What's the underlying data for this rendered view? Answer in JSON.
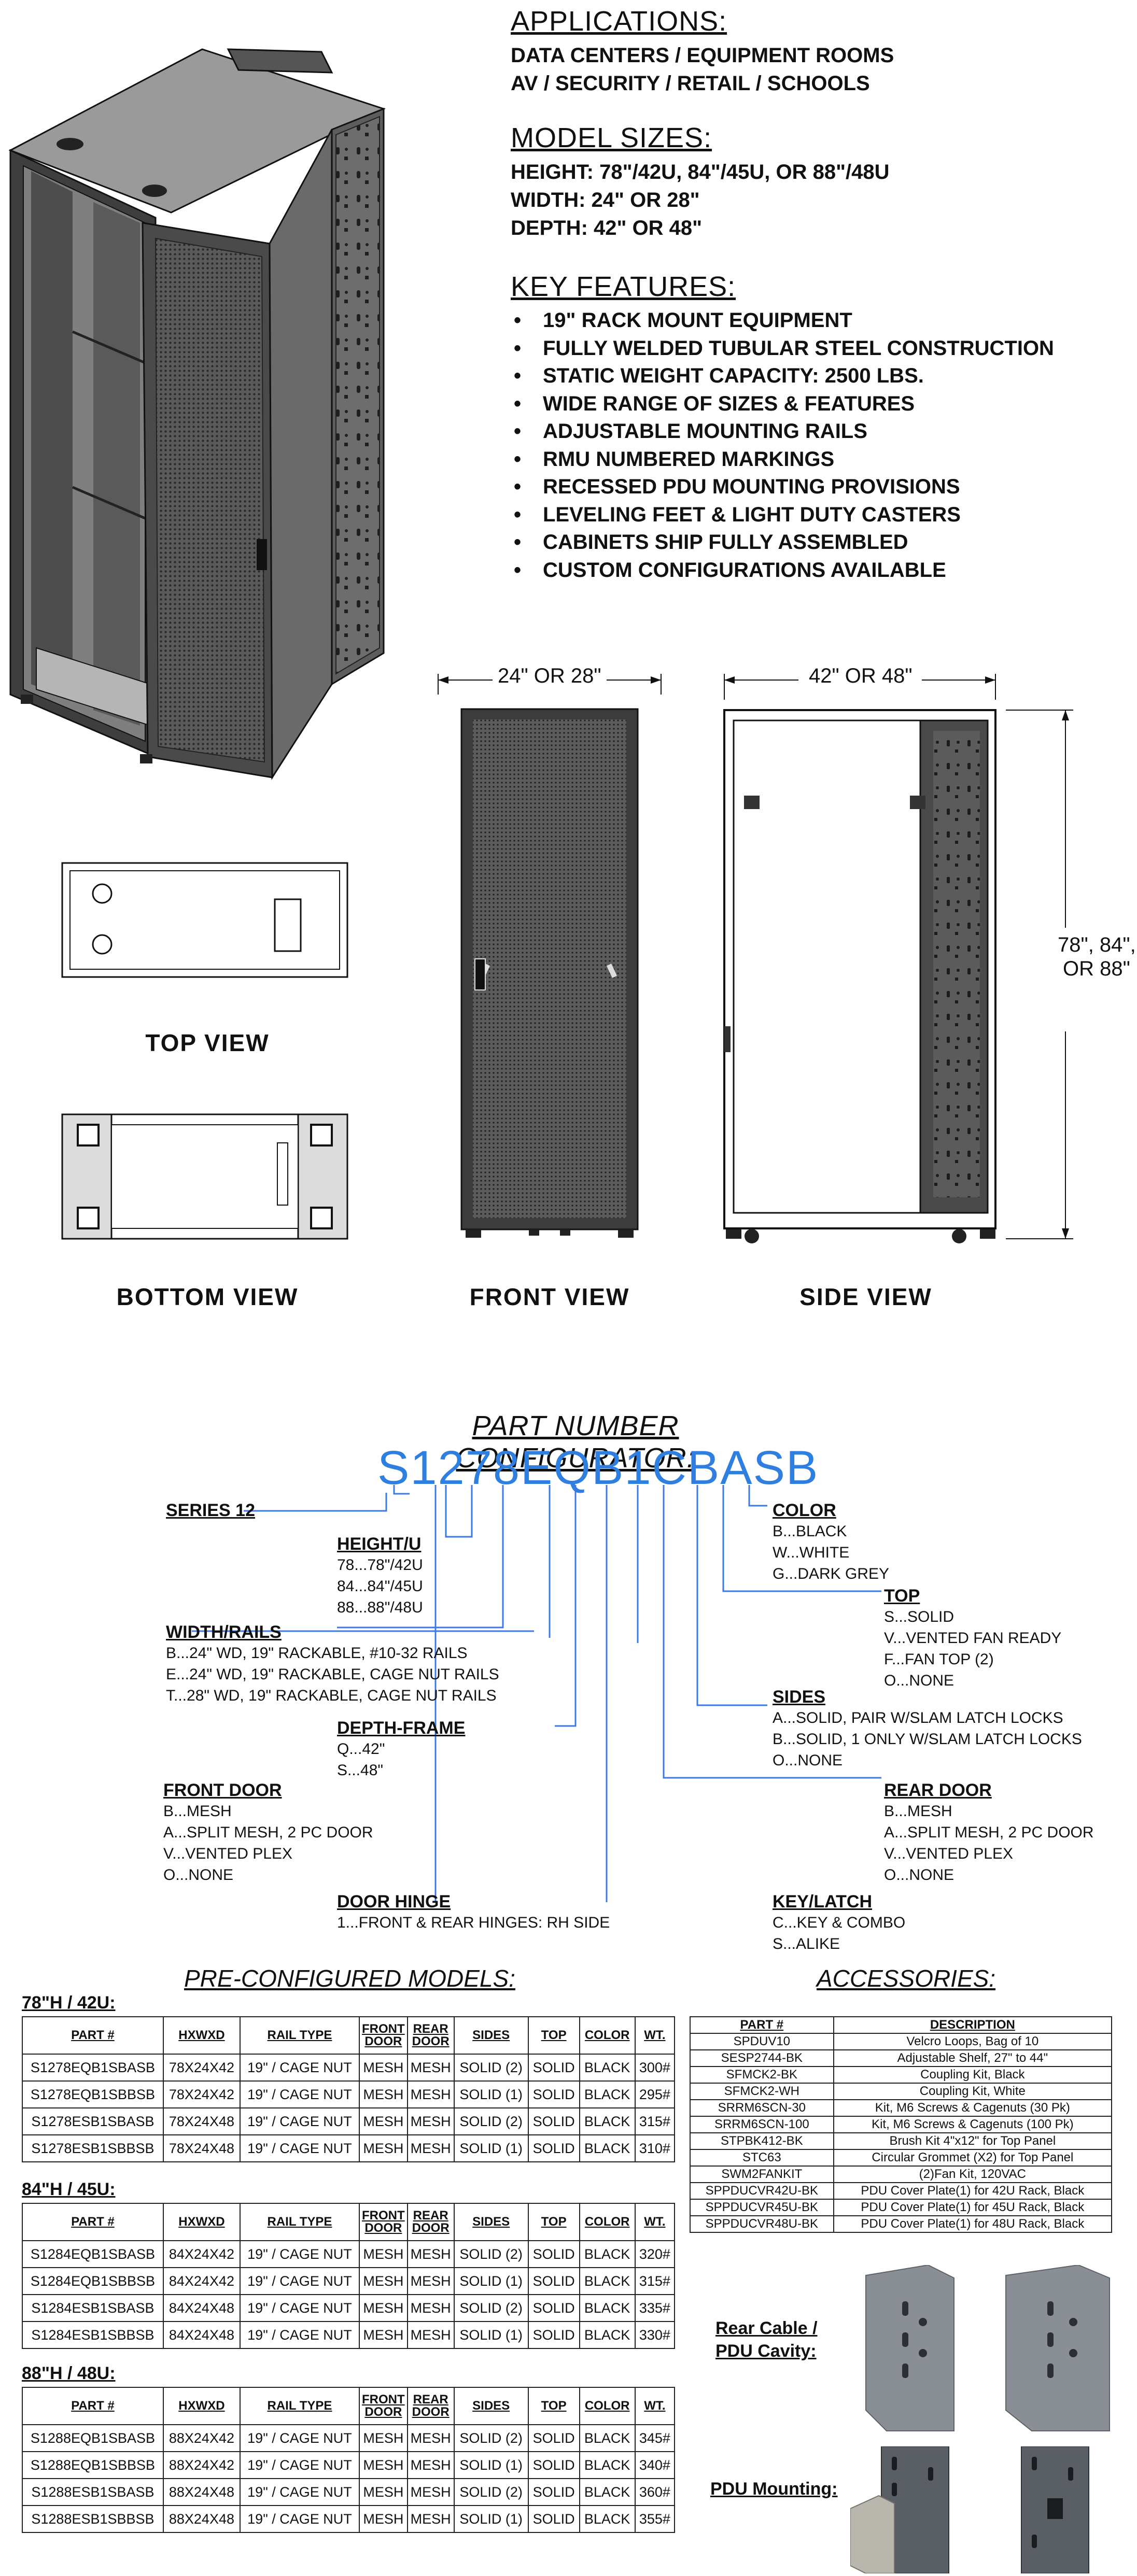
{
  "applications": {
    "heading": "APPLICATIONS:",
    "lines": [
      "DATA CENTERS / EQUIPMENT ROOMS",
      "AV / SECURITY / RETAIL / SCHOOLS"
    ]
  },
  "model_sizes": {
    "heading": "MODEL SIZES:",
    "lines": [
      "HEIGHT: 78\"/42U, 84\"/45U, OR 88\"/48U",
      "WIDTH: 24\" OR 28\"",
      "DEPTH: 42\" OR 48\""
    ]
  },
  "key_features": {
    "heading": "KEY FEATURES:",
    "bullet": "•",
    "items": [
      "19\" RACK MOUNT EQUIPMENT",
      "FULLY WELDED TUBULAR STEEL CONSTRUCTION",
      "STATIC WEIGHT CAPACITY: 2500 LBS.",
      "WIDE RANGE OF SIZES & FEATURES",
      "ADJUSTABLE MOUNTING RAILS",
      "RMU NUMBERED MARKINGS",
      "RECESSED PDU MOUNTING PROVISIONS",
      "LEVELING FEET & LIGHT DUTY CASTERS",
      "CABINETS SHIP FULLY ASSEMBLED",
      "CUSTOM CONFIGURATIONS AVAILABLE"
    ]
  },
  "views": {
    "top": "TOP VIEW",
    "bottom": "BOTTOM  VIEW",
    "front": "FRONT  VIEW",
    "side": "SIDE VIEW"
  },
  "dimensions": {
    "front_width": "24\" OR 28\"",
    "side_depth": "42\" OR 48\"",
    "side_height": [
      "78\", 84\",",
      "OR 88\""
    ]
  },
  "configurator": {
    "title": "PART NUMBER CONFIGURATOR:",
    "part_number": "S1278EQB1CBASB",
    "groups": {
      "series": {
        "heading": "SERIES 12",
        "options": []
      },
      "height": {
        "heading": "HEIGHT/U",
        "options": [
          "78...78\"/42U",
          "84...84\"/45U",
          "88...88\"/48U"
        ]
      },
      "width": {
        "heading": "WIDTH/RAILS",
        "options": [
          "B...24\" WD, 19\" RACKABLE, #10-32 RAILS",
          "E...24\" WD, 19\" RACKABLE, CAGE NUT RAILS",
          "T...28\" WD, 19\" RACKABLE, CAGE NUT RAILS"
        ]
      },
      "depth": {
        "heading": "DEPTH-FRAME",
        "options": [
          "Q...42\"",
          "S...48\""
        ]
      },
      "front_door": {
        "heading": "FRONT DOOR",
        "options": [
          "B...MESH",
          "A...SPLIT MESH, 2 PC DOOR",
          "V...VENTED PLEX",
          "O...NONE"
        ]
      },
      "door_hinge": {
        "heading": "DOOR HINGE",
        "options": [
          "1...FRONT & REAR HINGES: RH SIDE"
        ]
      },
      "color": {
        "heading": "COLOR",
        "options": [
          "B...BLACK",
          "W...WHITE",
          "G...DARK GREY"
        ]
      },
      "top": {
        "heading": "TOP",
        "options": [
          "S...SOLID",
          "V...VENTED FAN READY",
          "F...FAN TOP (2)",
          "O...NONE"
        ]
      },
      "sides": {
        "heading": "SIDES",
        "options": [
          "A...SOLID, PAIR W/SLAM LATCH LOCKS",
          "B...SOLID, 1 ONLY W/SLAM LATCH LOCKS",
          "O...NONE"
        ]
      },
      "rear_door": {
        "heading": "REAR DOOR",
        "options": [
          "B...MESH",
          "A...SPLIT MESH, 2 PC DOOR",
          "V...VENTED PLEX",
          "O...NONE"
        ]
      },
      "key_latch": {
        "heading": "KEY/LATCH",
        "options": [
          "C...KEY & COMBO",
          "S...ALIKE"
        ]
      }
    }
  },
  "preconfigured": {
    "title": "PRE-CONFIGURED MODELS:",
    "columns": [
      "PART #",
      "HXWXD",
      "RAIL TYPE",
      "FRONT DOOR",
      "REAR DOOR",
      "SIDES",
      "TOP",
      "COLOR",
      "WT."
    ],
    "groups": [
      {
        "heading": "78\"H / 42U:",
        "rows": [
          [
            "S1278EQB1SBASB",
            "78X24X42",
            "19\" / CAGE NUT",
            "MESH",
            "MESH",
            "SOLID (2)",
            "SOLID",
            "BLACK",
            "300#"
          ],
          [
            "S1278EQB1SBBSB",
            "78X24X42",
            "19\" / CAGE NUT",
            "MESH",
            "MESH",
            "SOLID (1)",
            "SOLID",
            "BLACK",
            "295#"
          ],
          [
            "S1278ESB1SBASB",
            "78X24X48",
            "19\" / CAGE NUT",
            "MESH",
            "MESH",
            "SOLID (2)",
            "SOLID",
            "BLACK",
            "315#"
          ],
          [
            "S1278ESB1SBBSB",
            "78X24X48",
            "19\" / CAGE NUT",
            "MESH",
            "MESH",
            "SOLID (1)",
            "SOLID",
            "BLACK",
            "310#"
          ]
        ]
      },
      {
        "heading": "84\"H / 45U:",
        "rows": [
          [
            "S1284EQB1SBASB",
            "84X24X42",
            "19\" / CAGE NUT",
            "MESH",
            "MESH",
            "SOLID (2)",
            "SOLID",
            "BLACK",
            "320#"
          ],
          [
            "S1284EQB1SBBSB",
            "84X24X42",
            "19\" / CAGE NUT",
            "MESH",
            "MESH",
            "SOLID (1)",
            "SOLID",
            "BLACK",
            "315#"
          ],
          [
            "S1284ESB1SBASB",
            "84X24X48",
            "19\" / CAGE NUT",
            "MESH",
            "MESH",
            "SOLID (2)",
            "SOLID",
            "BLACK",
            "335#"
          ],
          [
            "S1284ESB1SBBSB",
            "84X24X48",
            "19\" / CAGE NUT",
            "MESH",
            "MESH",
            "SOLID (1)",
            "SOLID",
            "BLACK",
            "330#"
          ]
        ]
      },
      {
        "heading": "88\"H / 48U:",
        "rows": [
          [
            "S1288EQB1SBASB",
            "88X24X42",
            "19\" / CAGE NUT",
            "MESH",
            "MESH",
            "SOLID (2)",
            "SOLID",
            "BLACK",
            "345#"
          ],
          [
            "S1288EQB1SBBSB",
            "88X24X42",
            "19\" / CAGE NUT",
            "MESH",
            "MESH",
            "SOLID (1)",
            "SOLID",
            "BLACK",
            "340#"
          ],
          [
            "S1288ESB1SBASB",
            "88X24X48",
            "19\" / CAGE NUT",
            "MESH",
            "MESH",
            "SOLID (2)",
            "SOLID",
            "BLACK",
            "360#"
          ],
          [
            "S1288ESB1SBBSB",
            "88X24X48",
            "19\" / CAGE NUT",
            "MESH",
            "MESH",
            "SOLID (1)",
            "SOLID",
            "BLACK",
            "355#"
          ]
        ]
      }
    ]
  },
  "accessories": {
    "title": "ACCESSORIES:",
    "columns": [
      "PART #",
      "DESCRIPTION"
    ],
    "rows": [
      [
        "SPDUV10",
        "Velcro Loops, Bag of 10"
      ],
      [
        "SESP2744-BK",
        "Adjustable Shelf, 27\" to 44\""
      ],
      [
        "SFMCK2-BK",
        "Coupling Kit, Black"
      ],
      [
        "SFMCK2-WH",
        "Coupling Kit, White"
      ],
      [
        "SRRM6SCN-30",
        "Kit, M6 Screws & Cagenuts (30 Pk)"
      ],
      [
        "SRRM6SCN-100",
        "Kit, M6 Screws & Cagenuts (100 Pk)"
      ],
      [
        "STPBK412-BK",
        "Brush Kit 4\"x12\" for Top Panel"
      ],
      [
        "STC63",
        "Circular Grommet (X2) for Top Panel"
      ],
      [
        "SWM2FANKIT",
        "(2)Fan Kit, 120VAC"
      ],
      [
        "SPPDUCVR42U-BK",
        "PDU Cover Plate(1) for 42U Rack, Black"
      ],
      [
        "SPPDUCVR45U-BK",
        "PDU Cover Plate(1) for 45U Rack, Black"
      ],
      [
        "SPPDUCVR48U-BK",
        "PDU Cover Plate(1) for 48U Rack, Black"
      ]
    ],
    "photo_labels": {
      "rear_cable": [
        "Rear Cable /",
        "PDU Cavity:"
      ],
      "pdu_mounting": "PDU Mounting:"
    }
  },
  "colors": {
    "configurator_blue": "#2f7fe0",
    "line_blue": "#3c78e6",
    "cabinet_dark": "#4a4a4a"
  }
}
